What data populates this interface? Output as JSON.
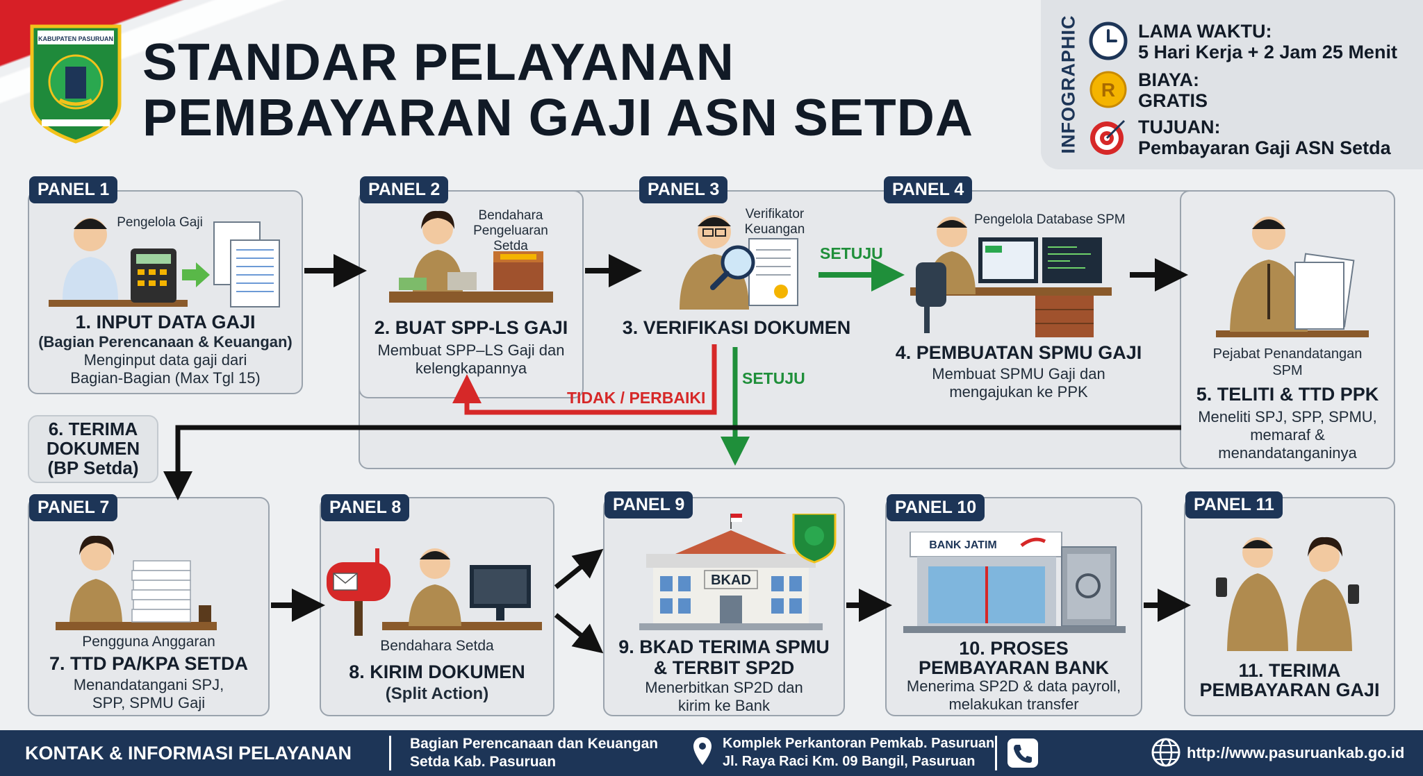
{
  "header": {
    "emblem_text": "KABUPATEN PASURUAN",
    "title_line1": "STANDAR PELAYANAN",
    "title_line2": "PEMBAYARAN GAJI ASN SETDA"
  },
  "infobox": {
    "vertical_label": "INFOGRAPHIC",
    "duration_label": "LAMA WAKTU:",
    "duration_value": "5 Hari Kerja + 2 Jam 25 Menit",
    "cost_label": "BIAYA:",
    "cost_value": "GRATIS",
    "goal_label": "TUJUAN:",
    "goal_value": "Pembayaran Gaji ASN Setda",
    "cost_icon_letter": "R"
  },
  "panels": {
    "p1": {
      "tag": "PANEL 1",
      "role": "Pengelola Gaji",
      "title": "1. INPUT DATA GAJI",
      "subtitle": "(Bagian Perencanaan & Keuangan)",
      "desc1": "Menginput data gaji dari",
      "desc2": "Bagian-Bagian (Max Tgl 15)"
    },
    "p2": {
      "tag": "PANEL 2",
      "role1": "Bendahara",
      "role2": "Pengeluaran",
      "role3": "Setda",
      "title": "2. BUAT SPP-LS GAJI",
      "desc1": "Membuat SPP–LS Gaji dan",
      "desc2": "kelengkapannya"
    },
    "p3": {
      "tag": "PANEL 3",
      "role1": "Verifikator",
      "role2": "Keuangan",
      "title": "3. VERIFIKASI DOKUMEN"
    },
    "p4": {
      "tag": "PANEL 4",
      "role": "Pengelola Database SPM",
      "title": "4. PEMBUATAN SPMU GAJI",
      "desc1": "Membuat SPMU Gaji dan",
      "desc2": "mengajukan ke PPK"
    },
    "p5": {
      "role1": "Pejabat Penandatangan",
      "role2": "SPM",
      "title": "5. TELITI & TTD PPK",
      "desc1": "Meneliti SPJ, SPP, SPMU,",
      "desc2": "memaraf &",
      "desc3": "menandatanganinya"
    },
    "p6": {
      "title1": "6. TERIMA",
      "title2": "DOKUMEN",
      "title3": "(BP Setda)"
    },
    "p7": {
      "tag": "PANEL 7",
      "role": "Pengguna Anggaran",
      "title": "7. TTD PA/KPA SETDA",
      "desc1": "Menandatangani SPJ,",
      "desc2": "SPP, SPMU Gaji"
    },
    "p8": {
      "tag": "PANEL 8",
      "role": "Bendahara Setda",
      "title": "8. KIRIM DOKUMEN",
      "subtitle": "(Split Action)"
    },
    "p9": {
      "tag": "PANEL 9",
      "building": "BKAD",
      "title1": "9. BKAD TERIMA SPMU",
      "title2": "& TERBIT SP2D",
      "desc1": "Menerbitkan SP2D dan",
      "desc2": "kirim ke Bank"
    },
    "p10": {
      "tag": "PANEL 10",
      "bank": "BANK JATIM",
      "title1": "10. PROSES",
      "title2": "PEMBAYARAN BANK",
      "desc1": "Menerima SP2D & data payroll,",
      "desc2": "melakukan transfer"
    },
    "p11": {
      "tag": "PANEL 11",
      "title1": "11. TERIMA",
      "title2": "PEMBAYARAN GAJI"
    }
  },
  "flow": {
    "approve_right": "SETUJU",
    "approve_down": "SETUJU",
    "reject": "TIDAK / PERBAIKI"
  },
  "footer": {
    "heading": "KONTAK & INFORMASI PELAYANAN",
    "office1": "Bagian Perencanaan dan Keuangan",
    "office2": "Setda Kab. Pasuruan",
    "address1": "Komplek Perkantoran Pemkab. Pasuruan",
    "address2": "Jl. Raya Raci Km. 09 Bangil, Pasuruan",
    "website": "http://www.pasuruankab.go.id"
  },
  "colors": {
    "navy": "#1d3557",
    "approve": "#1f8f3a",
    "reject": "#d62828",
    "flag_red": "#d71f26"
  }
}
